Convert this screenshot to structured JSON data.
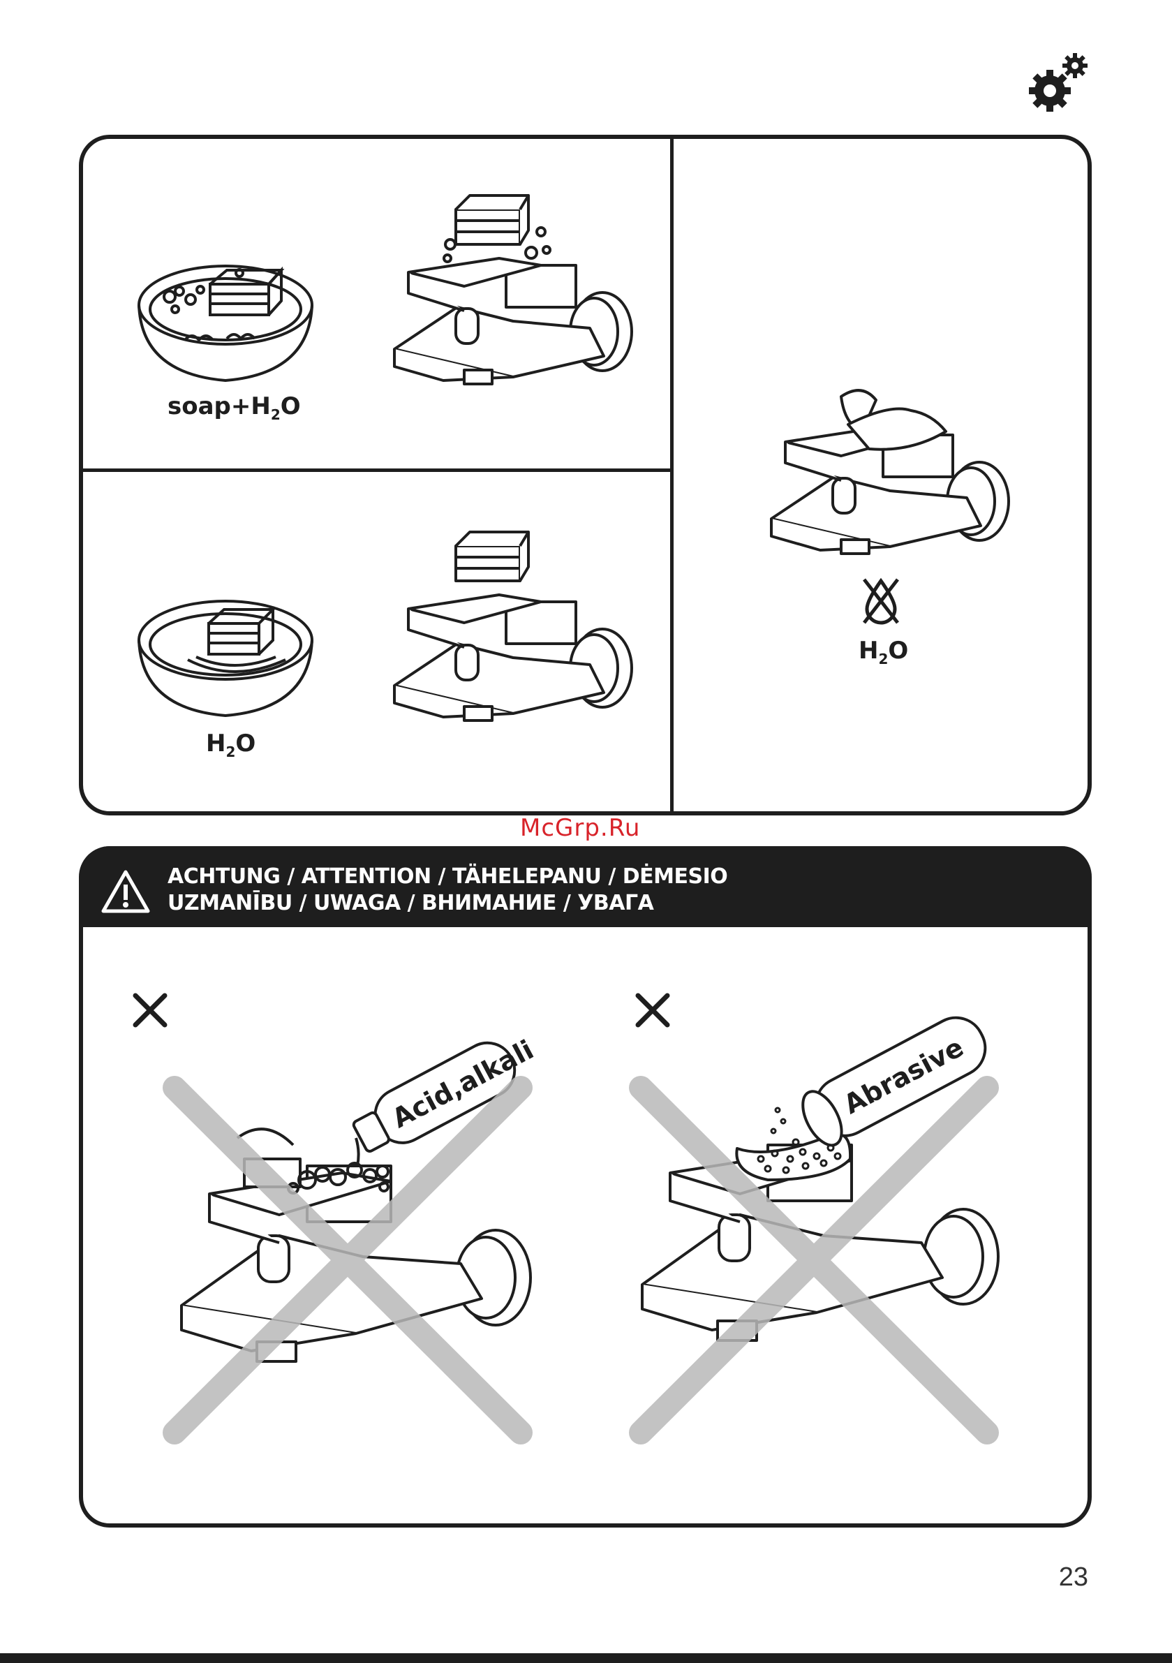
{
  "panel_top": {
    "step_soap_label_main": "soap+H",
    "step_soap_label_sub": "2",
    "step_soap_label_end": "O",
    "step_water_label_main": "H",
    "step_water_label_sub": "2",
    "step_water_label_end": "O",
    "step_dry_label_main": "H",
    "step_dry_label_sub": "2",
    "step_dry_label_end": "O"
  },
  "watermark": "McGrp.Ru",
  "warning": {
    "line1": "ACHTUNG / ATTENTION / TÄHELEPANU / DĖMESIO",
    "line2": "UZMANĪBU / UWAGA / ВНИМАНИЕ / УВАГА",
    "left_product_label": "Acid,alkali",
    "right_product_label": "Abrasive"
  },
  "page_number": "23",
  "icons": {
    "top_right": "gears-icon",
    "warning": "warning-triangle-icon",
    "no_water": "crossed-water-drop-icon",
    "forbidden": "cross-mark-icon"
  },
  "colors": {
    "ink": "#1e1e1e",
    "big_cross": "#b9b9b9",
    "watermark": "#d8232a"
  }
}
